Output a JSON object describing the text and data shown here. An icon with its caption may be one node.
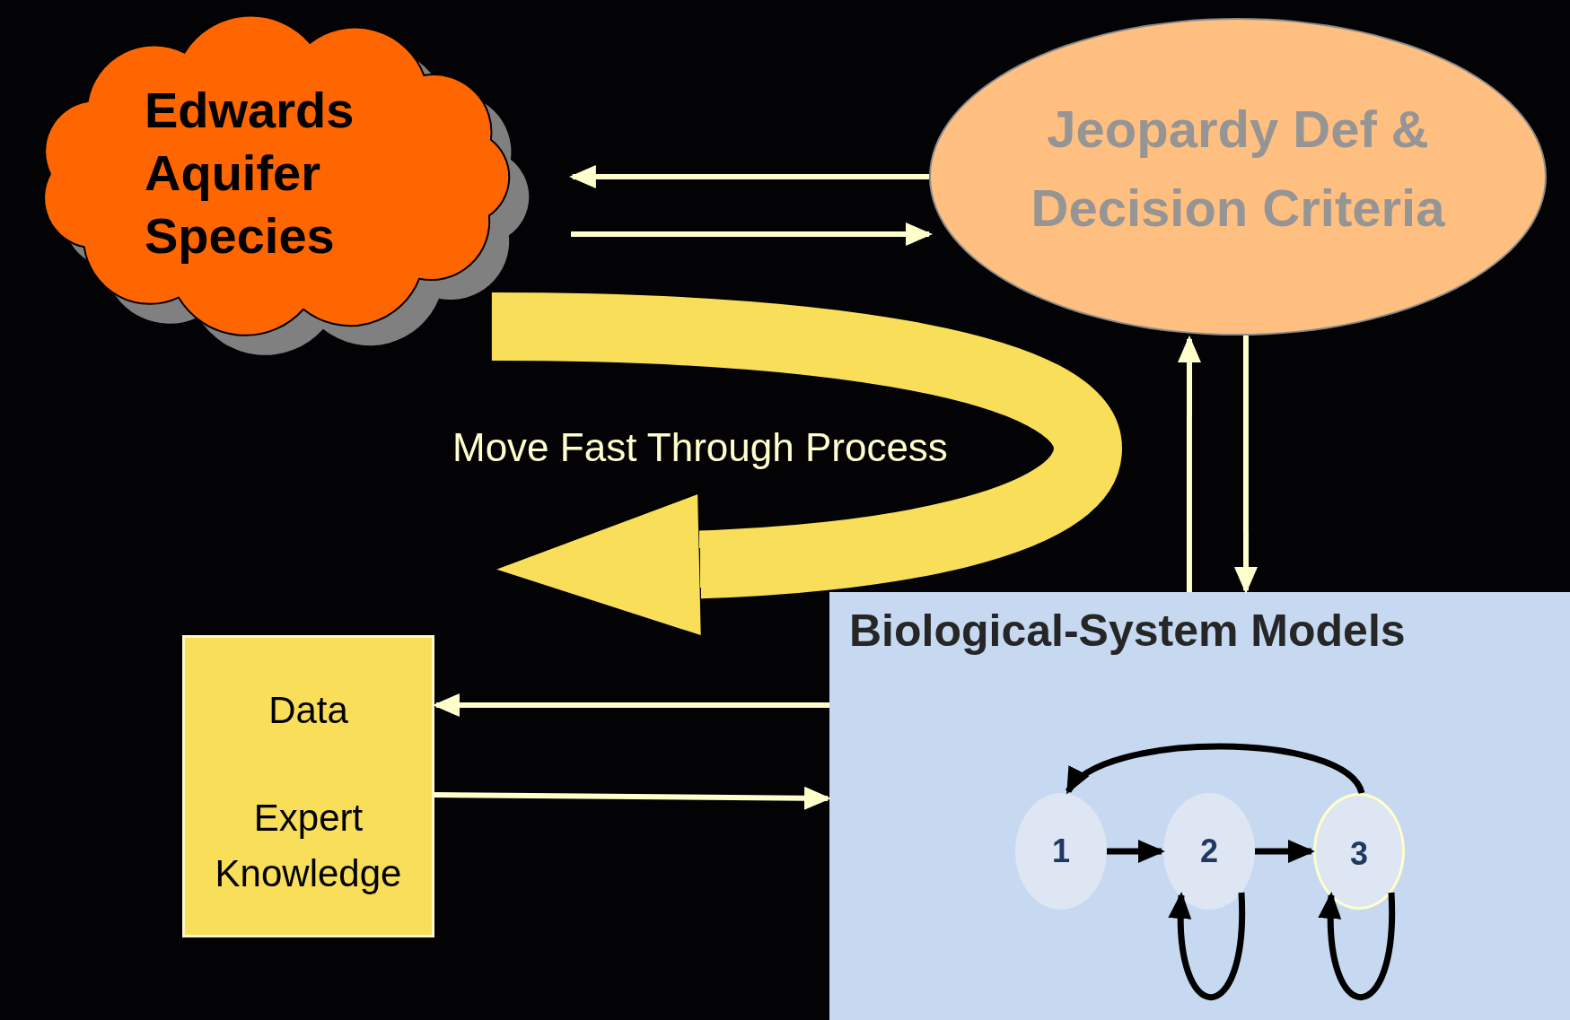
{
  "diagram": {
    "nodes": [
      {
        "text": [
          "Edwards Aquifer Species"
        ]
      },
      {
        "text": [
          "Jeopardy Def & Decision Criteria"
        ]
      },
      {
        "text": [
          "Biological-System Models"
        ]
      },
      {
        "text": [
          "Data",
          "Expert Knowledge"
        ]
      },
      {
        "text": [
          "1"
        ],
        "in": 2
      },
      {
        "text": [
          "2"
        ],
        "in": 2
      },
      {
        "text": [
          "3"
        ],
        "in": 2
      }
    ],
    "edges": [
      {
        "from": 1,
        "to": 0,
        "arrow": "to"
      },
      {
        "from": 0,
        "to": 1,
        "arrow": "to"
      },
      {
        "from": 2,
        "to": 1,
        "arrow": "to"
      },
      {
        "from": 1,
        "to": 2,
        "arrow": "to"
      },
      {
        "from": 2,
        "to": 3,
        "arrow": "to"
      },
      {
        "from": 3,
        "to": 2,
        "arrow": "to"
      },
      {
        "from": 0,
        "to": 3,
        "arrow": "to",
        "label": "Move Fast Through Process",
        "style": "thick",
        "color": "#f9de59"
      },
      {
        "from": 4,
        "to": 5,
        "arrow": "to",
        "color": "#000000"
      },
      {
        "from": 5,
        "to": 6,
        "arrow": "to",
        "color": "#000000"
      },
      {
        "from": 6,
        "to": 4,
        "arrow": "to",
        "color": "#000000"
      },
      {
        "from": 5,
        "to": 5,
        "arrow": "to",
        "color": "#000000"
      },
      {
        "from": 6,
        "to": 6,
        "arrow": "to",
        "color": "#000000"
      }
    ]
  }
}
